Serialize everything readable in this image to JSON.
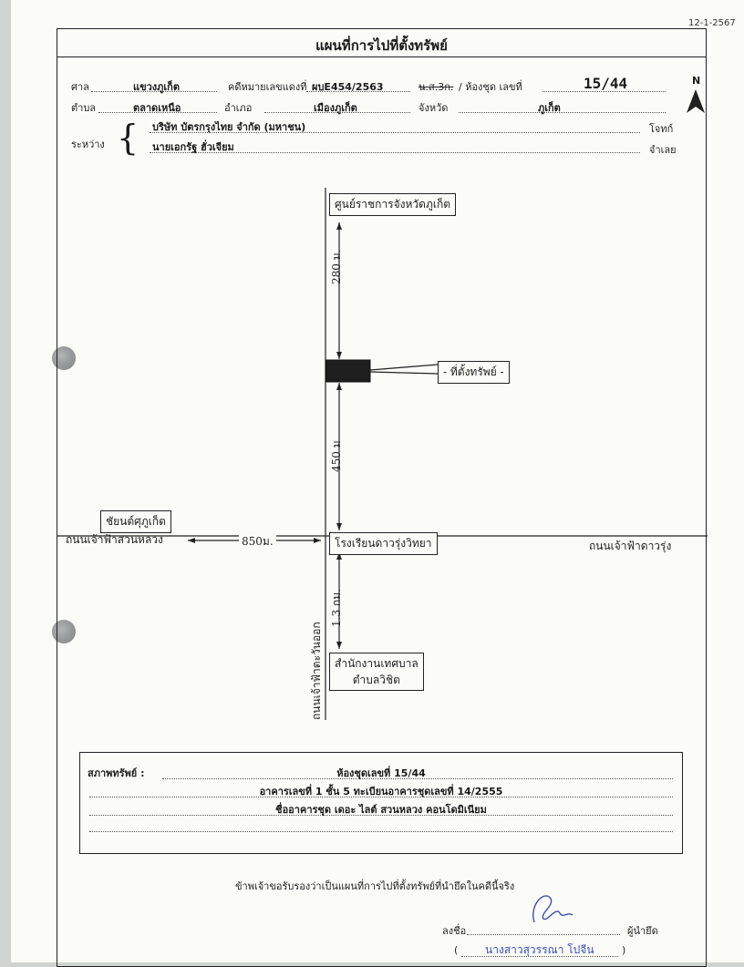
{
  "doc_code": "12-1-2567",
  "title": "แผนที่การไปที่ตั้งทรัพย์",
  "header": {
    "court_label": "ศาล",
    "court_value": "แขวงภูเก็ต",
    "case_label": "คดีหมายเลขแดงที่",
    "case_value": "ผบE454/2563",
    "case_struck": "น.ส.3ก.",
    "unit_label": "/ ห้องชุด  เลขที่",
    "unit_value": "15/44",
    "subdistrict_label": "ตำบล",
    "subdistrict_value": "ตลาดเหนือ",
    "district_label": "อำเภอ",
    "district_value": "เมืองภูเก็ต",
    "province_label": "จังหวัด",
    "province_value": "ภูเก็ต",
    "between_label": "ระหว่าง",
    "plaintiff_name": "บริษัท บัตรกรุงไทย จำกัด (มหาชน)",
    "plaintiff_role": "โจทก์",
    "defendant_name": "นายเอกรัฐ ฮั่วเจียม",
    "defendant_role": "จำเลย",
    "north": "N"
  },
  "map": {
    "top_place": "ศูนย์ราชการจังหวัดภูเก็ต",
    "dist_top": "280 ม.",
    "property_label": "- ที่ตั้งทรัพย์ -",
    "dist_mid": "450 ม",
    "left_place": "ชัยนต์ศุภูเก็ต",
    "left_road": "ถนนเจ้าฟ้าสวนหลวง",
    "dist_left": "850ม.",
    "junction_place": "โรงเรียนดาวรุ่งวิทยา",
    "right_road": "ถนนเจ้าฟ้าดาวรุ่ง",
    "dist_bottom": "1.3 กม.",
    "bottom_road": "ถนนเจ้าฟ้าตะวันออก",
    "bottom_place_1": "สำนักงานเทศบาล",
    "bottom_place_2": "ตำบลวิชิต"
  },
  "status": {
    "label": "สภาพทรัพย์ :",
    "line1": "ห้องชุดเลขที่ 15/44",
    "line2": "อาคารเลขที่ 1  ชั้น 5  ทะเบียนอาคารชุดเลขที่ 14/2555",
    "line3": "ชื่ออาคารชุด เดอะ ไลต์ สวนหลวง คอนโดมิเนียม"
  },
  "certify": "ข้าพเจ้าขอรับรองว่าเป็นแผนที่การไปที่ตั้งทรัพย์ที่นำยึดในคดีนี้จริง",
  "signature": {
    "sign_label": "ลงชื่อ",
    "role": "ผู้นำยึด",
    "name": "นางสาวสุวรรณา โปจีน",
    "open_paren": "(",
    "close_paren": ")"
  },
  "colors": {
    "ink": "#1a1a1a",
    "signature": "#3a4fb0",
    "paper": "#fbfbf8"
  }
}
